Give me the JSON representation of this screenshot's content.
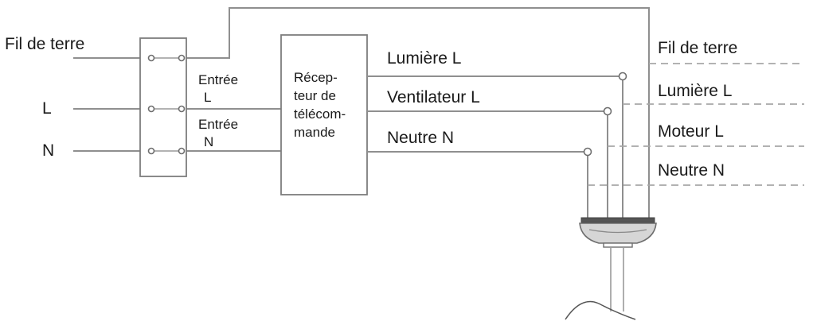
{
  "left_inputs": {
    "earth": "Fil de terre",
    "line": "L",
    "neutral": "N"
  },
  "entry_labels": {
    "entry_l_word": "Entrée",
    "entry_l_letter": "L",
    "entry_n_word": "Entrée",
    "entry_n_letter": "N"
  },
  "receiver": {
    "line1": "Récep-",
    "line2": "teur de",
    "line3": "télécom-",
    "line4": "mande"
  },
  "outputs": {
    "light": "Lumière L",
    "fan": "Ventilateur L",
    "neutral": "Neutre N"
  },
  "fixture_legend": {
    "earth": "Fil de terre",
    "light": "Lumière L",
    "motor": "Moteur L",
    "neutral": "Neutre N"
  }
}
